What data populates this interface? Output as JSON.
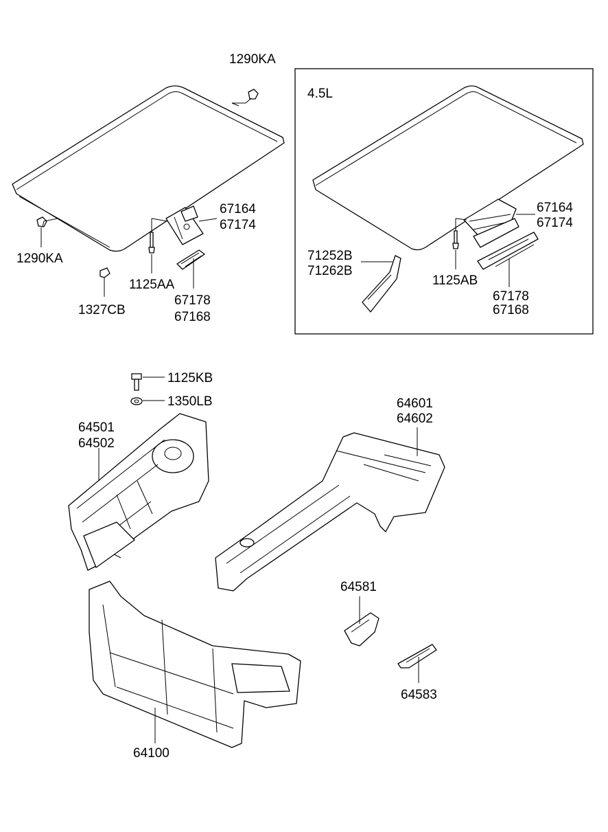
{
  "inset": {
    "label": "4.5L"
  },
  "callouts": {
    "roof_clip_top": "1290KA",
    "roof_clip_left": "1290KA",
    "roof_plug": "1327CB",
    "bolt_aa": "1125AA",
    "bracket_upper_a": "67164",
    "bracket_upper_b": "67174",
    "rail_a": "67178",
    "rail_b": "67168",
    "inset_bracket_upper_a": "67164",
    "inset_bracket_upper_b": "67174",
    "inset_side_a": "71252B",
    "inset_side_b": "71262B",
    "inset_bolt_ab": "1125AB",
    "inset_rail_a": "67178",
    "inset_rail_b": "67168",
    "bolt_kb": "1125KB",
    "nut_lb": "1350LB",
    "fender_apron_a": "64501",
    "fender_apron_b": "64502",
    "side_member_a": "64601",
    "side_member_b": "64602",
    "bracket_64581": "64581",
    "bracket_64583": "64583",
    "radiator_support": "64100"
  }
}
